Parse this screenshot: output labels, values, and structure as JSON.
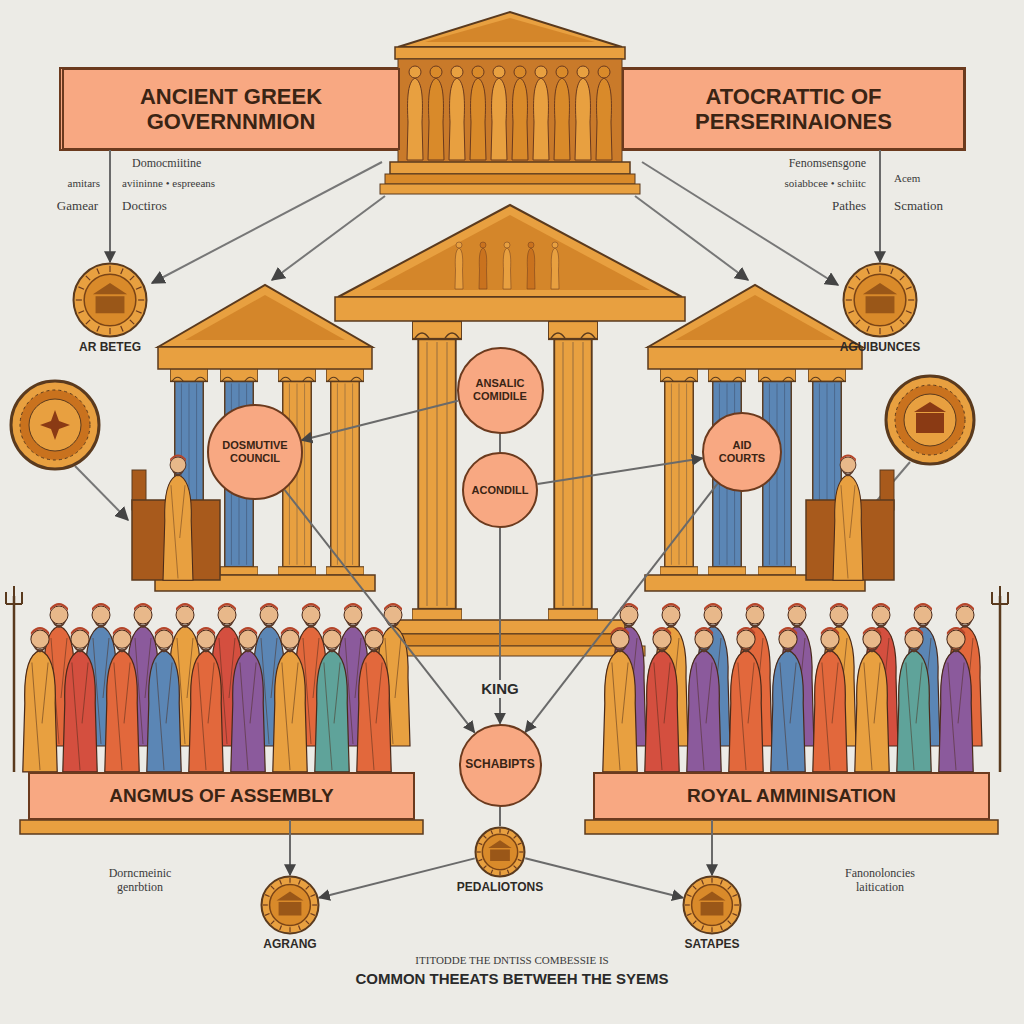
{
  "diagram": {
    "caption": "COMMON THEEATS BETWEEH THE SYEMS",
    "nodes": [
      {
        "text": [
          "ANCIENT GREEK GOVERNNMION"
        ]
      },
      {
        "text": [
          "ATOCRATTIC OF PERSERINAIONES"
        ]
      },
      {
        "text": [
          "AR BETEG"
        ]
      },
      {
        "text": [
          "AGUIBUNCES"
        ]
      },
      {
        "text": [
          "DOSMUTIVE COUNCIL"
        ]
      },
      {
        "text": [
          "ANSALIC COMIDILE"
        ]
      },
      {
        "text": [
          "ACONDILL"
        ]
      },
      {
        "text": [
          "AID COURTS"
        ]
      },
      {
        "text": [
          "SCHABIPTS"
        ]
      },
      {
        "text": [
          "ANGMUS OF ASSEMBLY"
        ]
      },
      {
        "text": [
          "ROYAL AMMINISATION"
        ]
      },
      {
        "text": [
          "PEDALIOTONS"
        ]
      },
      {
        "text": [
          "AGRANG"
        ]
      },
      {
        "text": [
          "SATAPES"
        ]
      }
    ],
    "edges": [
      {
        "from": 0,
        "to": 2,
        "arrow": "to"
      },
      {
        "from": 1,
        "to": 3,
        "arrow": "to"
      },
      {
        "from": 5,
        "to": 4,
        "arrow": "to"
      },
      {
        "from": 5,
        "to": 6,
        "arrow": "none"
      },
      {
        "from": 6,
        "to": 7,
        "arrow": "to"
      },
      {
        "from": 6,
        "to": 8,
        "arrow": "to"
      },
      {
        "from": 4,
        "to": 8,
        "arrow": "to"
      },
      {
        "from": 7,
        "to": 8,
        "arrow": "to"
      },
      {
        "from": 8,
        "to": 11,
        "arrow": "none"
      },
      {
        "from": 9,
        "to": 12,
        "arrow": "to"
      },
      {
        "from": 10,
        "to": 13,
        "arrow": "to"
      },
      {
        "from": 11,
        "to": 12,
        "arrow": "to"
      },
      {
        "from": 11,
        "to": 13,
        "arrow": "to"
      }
    ],
    "labels": [
      "Domocmiitine",
      "amitars",
      "aviininne • espreeans",
      "Gamear",
      "Doctiros",
      "Fenomsensgone",
      "soiabbcee • schiitc",
      "Acem",
      "Pathes",
      "Scmation",
      "KING",
      "Dorncmeinic genrbtion",
      "Fanonoloncies laitication",
      "ITITODDE THE DNTISS COMBESSIE IS"
    ]
  }
}
